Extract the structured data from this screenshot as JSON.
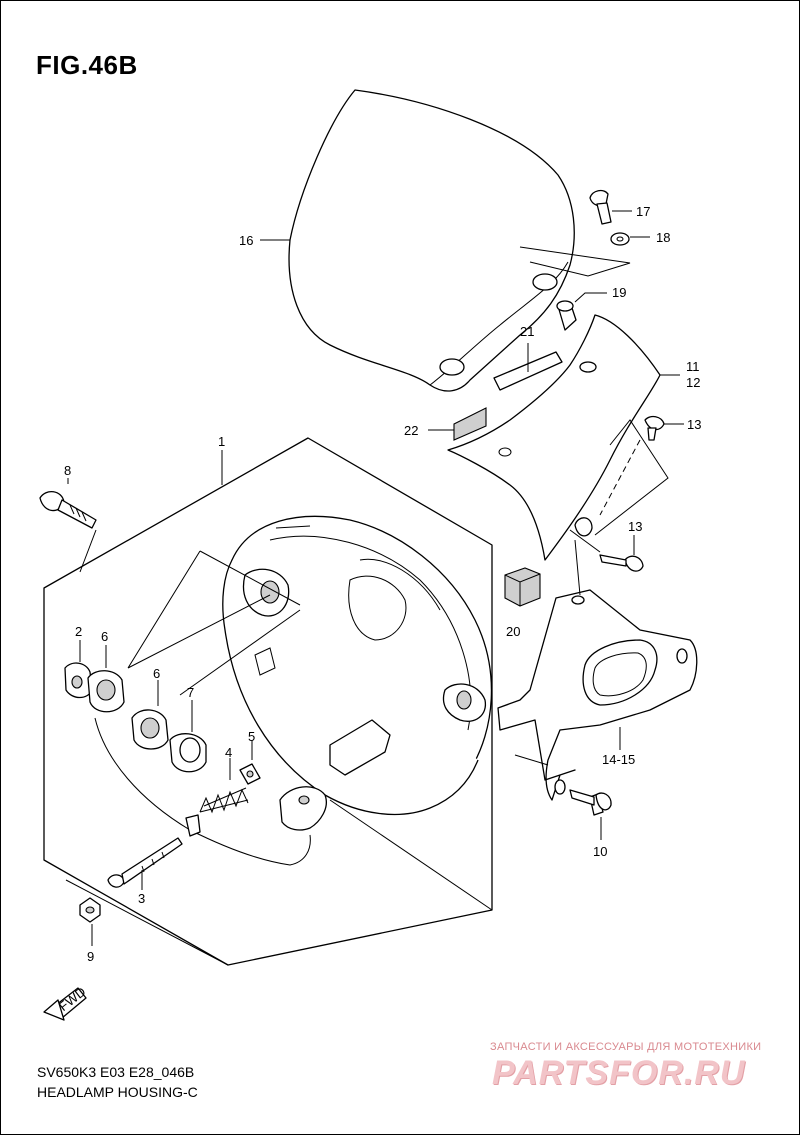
{
  "figure": {
    "title": "FIG.46B",
    "model_code": "SV650K3 E03 E28_046B",
    "section_name": "HEADLAMP HOUSING-C"
  },
  "callouts": {
    "c1": "1",
    "c2": "2",
    "c3": "3",
    "c4": "4",
    "c5": "5",
    "c6a": "6",
    "c6b": "6",
    "c7": "7",
    "c8": "8",
    "c9": "9",
    "c10": "10",
    "c1112_a": "11",
    "c1112_b": "12",
    "c13a": "13",
    "c13b": "13",
    "c1415": "14-15",
    "c16": "16",
    "c17": "17",
    "c18": "18",
    "c19": "19",
    "c20": "20",
    "c21": "21",
    "c22": "22"
  },
  "direction_marker": "FWD",
  "watermark": {
    "tagline": "ЗАПЧАСТИ И АКСЕССУАРЫ ДЛЯ МОТОТЕХНИКИ",
    "logo": "PARTSFOR.RU"
  }
}
